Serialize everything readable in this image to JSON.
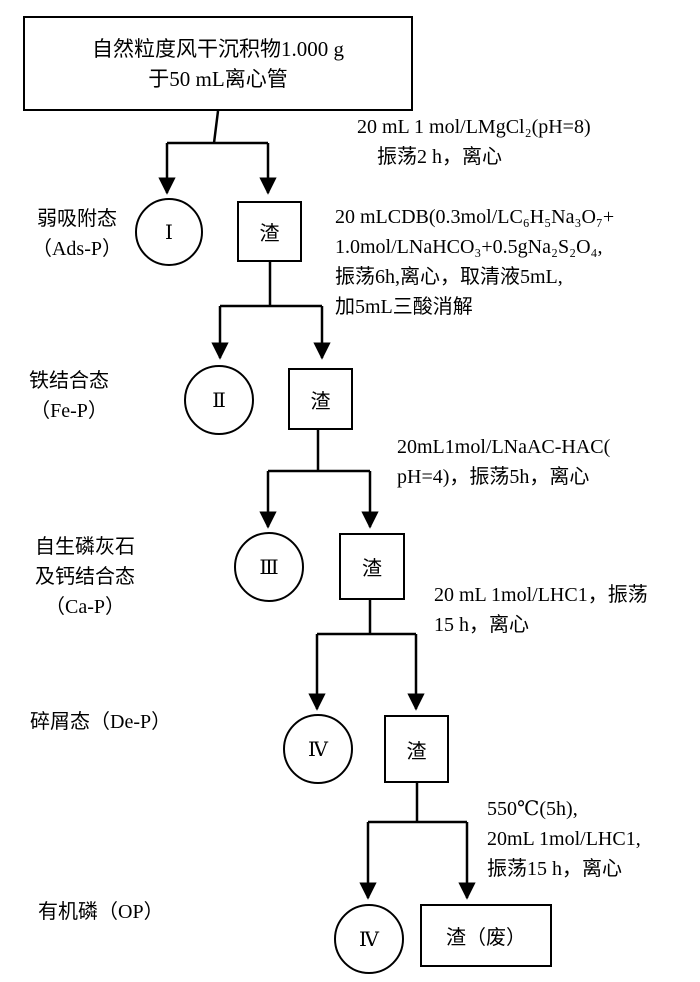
{
  "top_box": {
    "line1": "自然粒度风干沉积物1.000 g",
    "line2": "于50 mL离心管"
  },
  "steps": [
    {
      "reagent_lines": [
        "20 mL 1 mol/LMgCl₂(pH=8)",
        "　振荡2 h，离心"
      ],
      "fraction_lines": [
        "弱吸附态",
        "（Ads-P）"
      ],
      "circle_label": "Ⅰ",
      "residue_label": "渣"
    },
    {
      "reagent_lines": [
        "20 mLCDB(0.3mol/LC₆H₅Na₃O₇+",
        "1.0mol/LNaHCO₃+0.5gNa₂S₂O₄,",
        "振荡6h,离心，取清液5mL,",
        "加5mL三酸消解"
      ],
      "fraction_lines": [
        "铁结合态",
        "（Fe-P）"
      ],
      "circle_label": "Ⅱ",
      "residue_label": "渣"
    },
    {
      "reagent_lines": [
        "20mL1mol/LNaAC-HAC(",
        "pH=4)，振荡5h，离心"
      ],
      "fraction_lines": [
        "自生磷灰石",
        "及钙结合态",
        "（Ca-P）"
      ],
      "circle_label": "Ⅲ",
      "residue_label": "渣"
    },
    {
      "reagent_lines": [
        "20 mL 1mol/LHC1，振荡",
        "15 h，离心"
      ],
      "fraction_lines": [
        "碎屑态（De-P）"
      ],
      "circle_label": "Ⅳ",
      "residue_label": "渣"
    },
    {
      "reagent_lines": [
        "550℃(5h),",
        "20mL 1mol/LHC1,",
        "振荡15 h，离心"
      ],
      "fraction_lines": [
        "有机磷（OP）"
      ],
      "circle_label": "Ⅳ",
      "residue_label": "渣（废）"
    }
  ]
}
